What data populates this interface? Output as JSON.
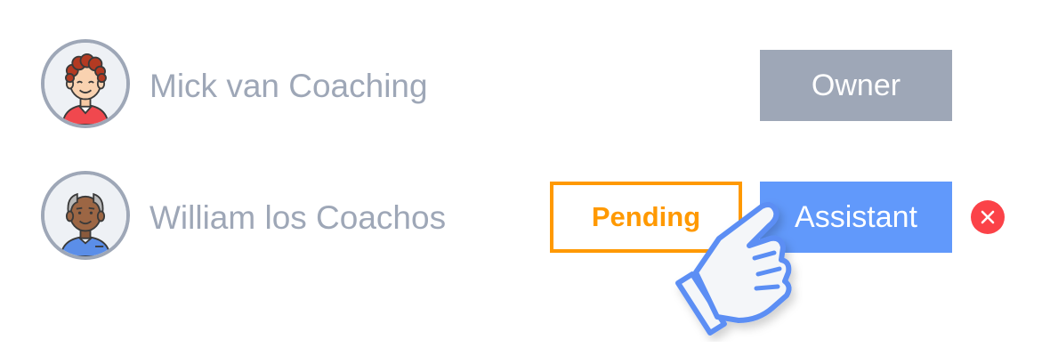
{
  "members": [
    {
      "name": "Mick van Coaching",
      "avatar_icon": "avatar-curly-hair-icon",
      "role": "Owner"
    },
    {
      "name": "William los Coachos",
      "avatar_icon": "avatar-gray-hair-icon",
      "status": "Pending",
      "role": "Assistant",
      "remove_icon": "close-icon"
    }
  ],
  "cursor_icon": "pointing-hand-icon",
  "colors": {
    "muted_gray": "#9ea7b7",
    "assistant_blue": "#6199fb",
    "pending_orange": "#ff9900",
    "remove_red": "#fb4248"
  }
}
